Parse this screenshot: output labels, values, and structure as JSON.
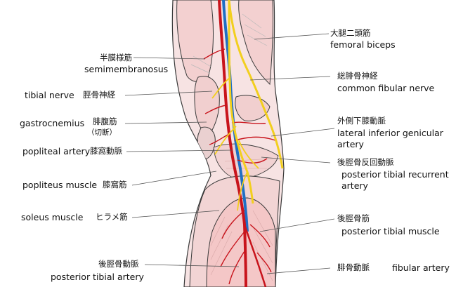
{
  "labels": {
    "femoral_biceps": {
      "ja": "大腿二頭筋",
      "en": "femoral biceps"
    },
    "semimembranosus": {
      "ja": "半膜様筋",
      "en": "semimembranosus"
    },
    "common_fibular_nerve": {
      "ja": "総腓骨神経",
      "en": "common fibular nerve"
    },
    "tibial_nerve": {
      "ja": "脛骨神経",
      "en": "tibial nerve"
    },
    "gastrocnemius": {
      "ja": "腓腹筋",
      "en": "gastrocnemius",
      "note": "（切断）"
    },
    "lateral_inferior_genicular_artery": {
      "ja": "外側下膝動脈",
      "en_line1": "lateral inferior genicular",
      "en_line2": "artery"
    },
    "popliteal_artery": {
      "ja": "膝窩動脈",
      "en": "popliteal artery"
    },
    "posterior_tibial_recurrent_artery": {
      "ja": "後脛骨反回動脈",
      "en_line1": "posterior tibial recurrent",
      "en_line2": "artery"
    },
    "popliteus_muscle": {
      "ja": "膝窩筋",
      "en": "popliteus muscle"
    },
    "soleus_muscle": {
      "ja": "ヒラメ筋",
      "en": "soleus muscle"
    },
    "posterior_tibial_muscle": {
      "ja": "後脛骨筋",
      "en": "posterior tibial muscle"
    },
    "posterior_tibial_artery": {
      "ja": "後脛骨動脈",
      "en": "posterior tibial artery"
    },
    "fibular_artery": {
      "ja": "腓骨動脈",
      "en": "fibular artery"
    }
  },
  "colors": {
    "muscle": "#f6dcdc",
    "muscle_dark": "#eec3c3",
    "artery": "#c8141c",
    "vein": "#1f6fc4",
    "nerve": "#f2cf1e",
    "outline": "#3a3a3a",
    "leader": "#555555"
  }
}
